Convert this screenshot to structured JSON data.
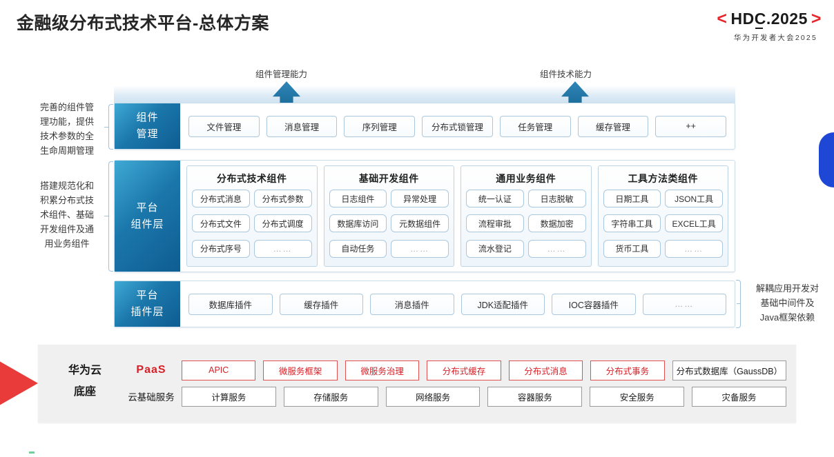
{
  "header": {
    "title": "金融级分布式技术平台-总体方案",
    "logo_bracket_left": "<",
    "logo_bracket_right": ">",
    "logo_main": "HDC.2025",
    "logo_sub": "华为开发者大会2025",
    "brand_red": "#e8252a"
  },
  "arrows": [
    {
      "label": "组件管理能力"
    },
    {
      "label": "组件技术能力"
    }
  ],
  "side_notes": {
    "left_top": "完善的组件管理功能，提供技术参数的全生命周期管理",
    "left_top_lines": [
      "完善的组件管",
      "理功能，提供",
      "技术参数的全",
      "生命周期管理"
    ],
    "left_mid_lines": [
      "搭建规范化和",
      "积累分布式技",
      "术组件、基础",
      "开发组件及通",
      "用业务组件"
    ],
    "right_lines": [
      "解耦应用开发对",
      "基础中间件及",
      "Java框架依赖"
    ]
  },
  "component_mgmt_layer": {
    "label_lines": [
      "组件",
      "管理"
    ],
    "items": [
      "文件管理",
      "消息管理",
      "序列管理",
      "分布式锁管理",
      "任务管理",
      "缓存管理",
      "++"
    ]
  },
  "platform_component_layer": {
    "label_lines": [
      "平台",
      "组件层"
    ],
    "groups": [
      {
        "title": "分布式技术组件",
        "cells": [
          "分布式消息",
          "分布式参数",
          "分布式文件",
          "分布式调度",
          "分布式序号",
          "……"
        ]
      },
      {
        "title": "基础开发组件",
        "cells": [
          "日志组件",
          "异常处理",
          "数据库访问",
          "元数据组件",
          "自动任务",
          "……"
        ]
      },
      {
        "title": "通用业务组件",
        "cells": [
          "统一认证",
          "日志脱敏",
          "流程审批",
          "数据加密",
          "流水登记",
          "……"
        ]
      },
      {
        "title": "工具方法类组件",
        "cells": [
          "日期工具",
          "JSON工具",
          "字符串工具",
          "EXCEL工具",
          "货币工具",
          "……"
        ]
      }
    ]
  },
  "plugin_layer": {
    "label_lines": [
      "平台",
      "插件层"
    ],
    "items": [
      "数据库插件",
      "缓存插件",
      "消息插件",
      "JDK适配插件",
      "IOC容器插件",
      "……"
    ]
  },
  "cloud_base": {
    "title_lines": [
      "华为云",
      "底座"
    ],
    "rows": [
      {
        "label": "PaaS",
        "style": "paas",
        "items": [
          {
            "text": "APIC",
            "style": "red"
          },
          {
            "text": "微服务框架",
            "style": "red"
          },
          {
            "text": "微服务治理",
            "style": "red"
          },
          {
            "text": "分布式缓存",
            "style": "red"
          },
          {
            "text": "分布式消息",
            "style": "red"
          },
          {
            "text": "分布式事务",
            "style": "red"
          },
          {
            "text": "分布式数据库（GaussDB）",
            "style": "gray wide"
          }
        ]
      },
      {
        "label": "云基础服务",
        "style": "base",
        "items": [
          {
            "text": "计算服务",
            "style": "gray"
          },
          {
            "text": "存储服务",
            "style": "gray"
          },
          {
            "text": "网络服务",
            "style": "gray"
          },
          {
            "text": "容器服务",
            "style": "gray"
          },
          {
            "text": "安全服务",
            "style": "gray"
          },
          {
            "text": "灾备服务",
            "style": "gray"
          }
        ]
      }
    ]
  }
}
